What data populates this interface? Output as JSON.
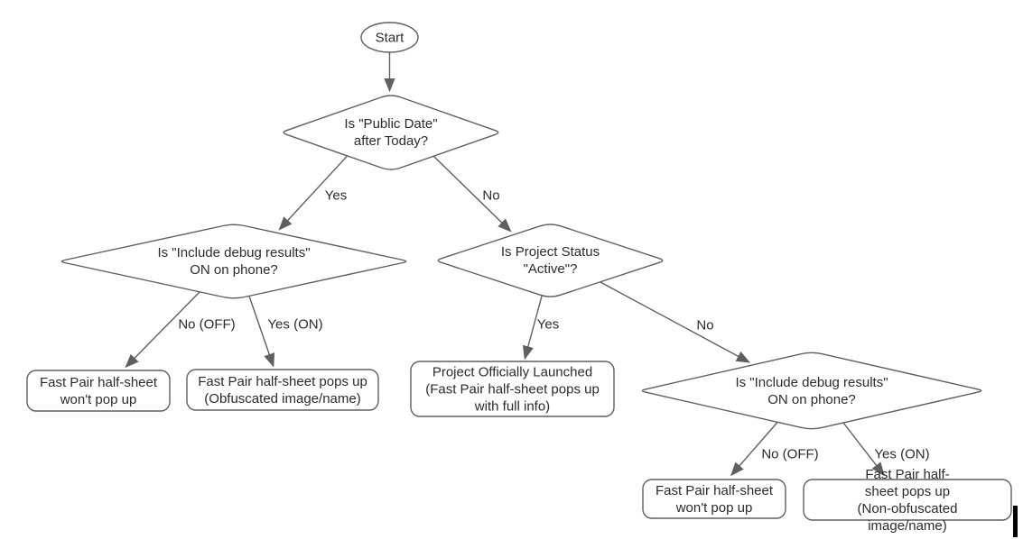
{
  "colors": {
    "bg": "#ffffff",
    "stroke": "#5f5f5f",
    "text": "#2b2b2b",
    "node-fill": "#ffffff",
    "cursor": "#000000"
  },
  "nodes": {
    "start": {
      "label": "Start"
    },
    "public_date": {
      "label": "Is \"Public Date\"\nafter Today?"
    },
    "debug_left": {
      "label": "Is \"Include debug results\"\nON on phone?"
    },
    "project_status": {
      "label": "Is Project Status\n\"Active\"?"
    },
    "debug_right": {
      "label": "Is \"Include debug results\"\nON on phone?"
    },
    "no_popup_left": {
      "label": "Fast Pair half-sheet\nwon't pop up"
    },
    "obfuscated": {
      "label": "Fast Pair half-sheet pops up\n(Obfuscated image/name)"
    },
    "launched": {
      "label": "Project Officially Launched\n(Fast Pair half-sheet pops up\nwith full info)"
    },
    "no_popup_right": {
      "label": "Fast Pair half-sheet\nwon't pop up"
    },
    "non_obfuscated": {
      "label": "Fast Pair half-sheet pops up\n(Non-obfuscated image/name)"
    }
  },
  "edges": {
    "public_date_yes": {
      "label": "Yes"
    },
    "public_date_no": {
      "label": "No"
    },
    "debug_left_no": {
      "label": "No (OFF)"
    },
    "debug_left_yes": {
      "label": "Yes (ON)"
    },
    "project_status_yes": {
      "label": "Yes"
    },
    "project_status_no": {
      "label": "No"
    },
    "debug_right_no": {
      "label": "No (OFF)"
    },
    "debug_right_yes": {
      "label": "Yes (ON)"
    }
  }
}
